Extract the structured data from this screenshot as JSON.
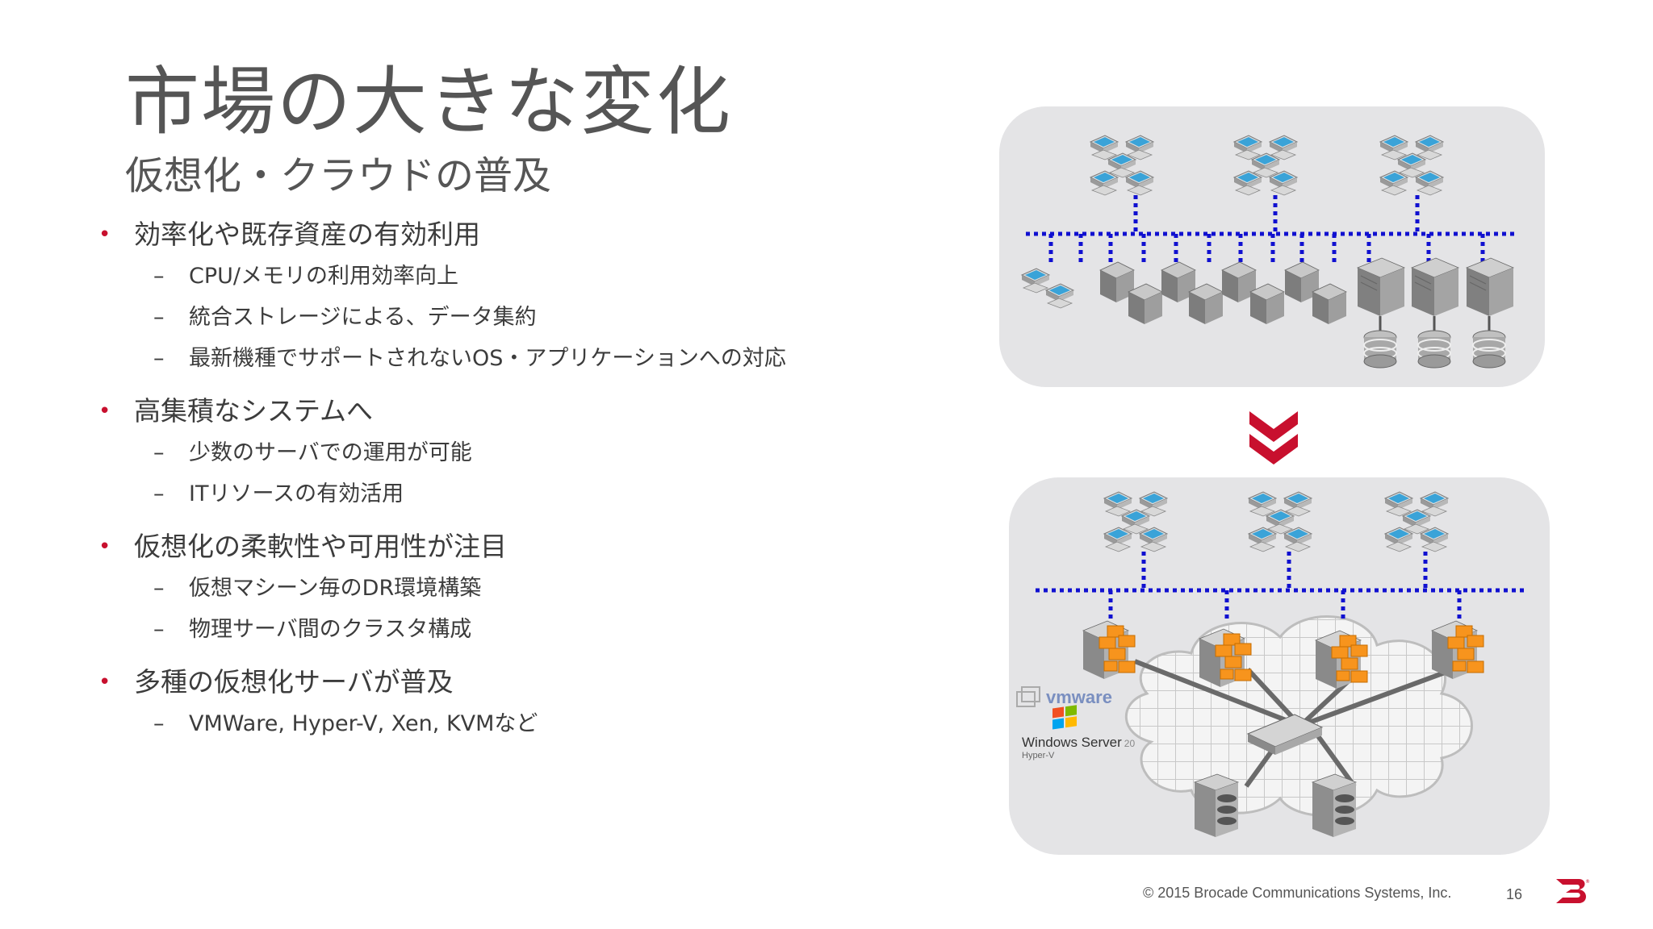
{
  "slide": {
    "title": "市場の大きな変化",
    "subtitle": "仮想化・クラウドの普及",
    "bullets": [
      {
        "text": "効率化や既存資産の有効利用",
        "subs": [
          "CPU/メモリの利用効率向上",
          "統合ストレージによる、データ集約",
          "最新機種でサポートされないOS・アプリケーションへの対応"
        ]
      },
      {
        "text": "高集積なシステムへ",
        "subs": [
          "少数のサーバでの運用が可能",
          "ITリソースの有効活用"
        ]
      },
      {
        "text": "仮想化の柔軟性や可用性が注目",
        "subs": [
          "仮想マシーン毎のDR環境構築",
          "物理サーバ間のクラスタ構成"
        ]
      },
      {
        "text": "多種の仮想化サーバが普及",
        "subs": [
          "VMWare, Hyper-V, Xen, KVMなど"
        ]
      }
    ],
    "dash": "–"
  },
  "diagram": {
    "vmware_label": "vmware",
    "windows_server_label": "Windows Server",
    "windows_server_suffix": "20",
    "hyperv_label": "Hyper-V"
  },
  "footer": {
    "copyright": "© 2015  Brocade Communications Systems, Inc.",
    "page": "16"
  },
  "colors": {
    "accent": "#c8102e",
    "network_line": "#1010d0",
    "panel": "#e4e4e6",
    "server_orange": "#f7941d"
  }
}
